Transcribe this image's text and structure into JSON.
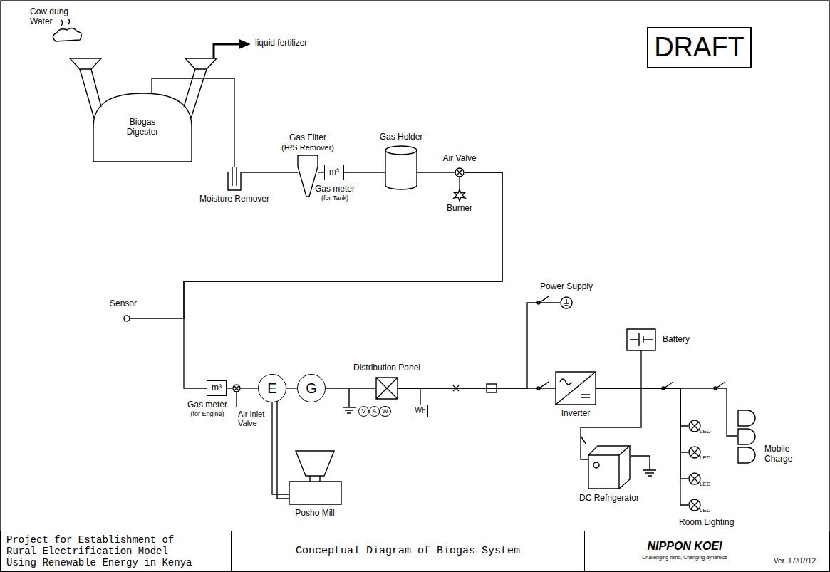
{
  "diagram": {
    "nodes": [
      {
        "text": [
          "DRAFT"
        ]
      },
      {
        "text": [
          "Biogas Digester"
        ]
      },
      {
        "text": [
          "Moisture Remover"
        ]
      },
      {
        "text": [
          "Gas Filter",
          "(H²S Remover)"
        ]
      },
      {
        "text": [
          "m³",
          "Gas meter",
          "(for Tank)"
        ]
      },
      {
        "text": [
          "Gas Holder"
        ]
      },
      {
        "text": [
          "Air Valve"
        ]
      },
      {
        "text": [
          "Burner"
        ]
      },
      {
        "text": [
          "Sensor"
        ]
      },
      {
        "text": [
          "m³",
          "Gas meter",
          "(for Engine)"
        ]
      },
      {
        "text": [
          "Air Inlet Valve"
        ]
      },
      {
        "text": [
          "E"
        ]
      },
      {
        "text": [
          "G"
        ]
      },
      {
        "text": [
          "Posho Mill"
        ]
      },
      {
        "text": [
          "Distribution Panel"
        ]
      },
      {
        "text": [
          "V"
        ]
      },
      {
        "text": [
          "A"
        ]
      },
      {
        "text": [
          "W"
        ]
      },
      {
        "text": [
          "Wh"
        ]
      },
      {
        "text": [
          "Power Supply"
        ]
      },
      {
        "text": [
          "Inverter"
        ]
      },
      {
        "text": [
          "Battery"
        ]
      },
      {
        "text": [
          "DC Refrigerator"
        ]
      },
      {
        "text": [
          "LED"
        ]
      },
      {
        "text": [
          "LED"
        ]
      },
      {
        "text": [
          "LED"
        ]
      },
      {
        "text": [
          "LED"
        ]
      },
      {
        "text": [
          "Mobile Charge"
        ]
      },
      {
        "text": [
          "Project for Establishment of Rural Electrification Model Using Renewable Energy in Kenya"
        ]
      },
      {
        "text": [
          "Conceptual Diagram of Biogas System"
        ]
      },
      {
        "text": [
          "NIPPON KOEI",
          "Challenging mind, Changing dynamics",
          "Ver. 17/07/12"
        ]
      }
    ],
    "edges": [
      {
        "from": 1,
        "to": 2,
        "arrow": "none"
      },
      {
        "from": 2,
        "to": 3,
        "arrow": "none"
      },
      {
        "from": 3,
        "to": 4,
        "arrow": "none"
      },
      {
        "from": 4,
        "to": 5,
        "arrow": "none"
      },
      {
        "from": 5,
        "to": 6,
        "arrow": "none"
      },
      {
        "from": 6,
        "to": 7,
        "arrow": "none"
      },
      {
        "from": 6,
        "to": 8,
        "arrow": "none"
      },
      {
        "from": 6,
        "to": 9,
        "arrow": "none"
      },
      {
        "from": 9,
        "to": 10,
        "arrow": "none"
      },
      {
        "from": 10,
        "to": 11,
        "arrow": "none"
      },
      {
        "from": 11,
        "to": 12,
        "arrow": "none"
      },
      {
        "from": 11,
        "to": 13,
        "arrow": "none"
      },
      {
        "from": 12,
        "to": 14,
        "arrow": "none"
      },
      {
        "from": 14,
        "to": 18,
        "arrow": "none"
      },
      {
        "from": 14,
        "to": 19,
        "arrow": "none"
      },
      {
        "from": 14,
        "to": 20,
        "arrow": "none"
      },
      {
        "from": 20,
        "to": 21,
        "arrow": "none"
      },
      {
        "from": 20,
        "to": 22,
        "arrow": "none"
      },
      {
        "from": 20,
        "to": 23,
        "arrow": "none"
      },
      {
        "from": 20,
        "to": 24,
        "arrow": "none"
      },
      {
        "from": 20,
        "to": 25,
        "arrow": "none"
      },
      {
        "from": 20,
        "to": 26,
        "arrow": "none"
      },
      {
        "from": 20,
        "to": 27,
        "arrow": "none"
      }
    ],
    "labels": [
      "Cow dung",
      "Water",
      "liquid fertilizer",
      "Room Lighting"
    ]
  }
}
